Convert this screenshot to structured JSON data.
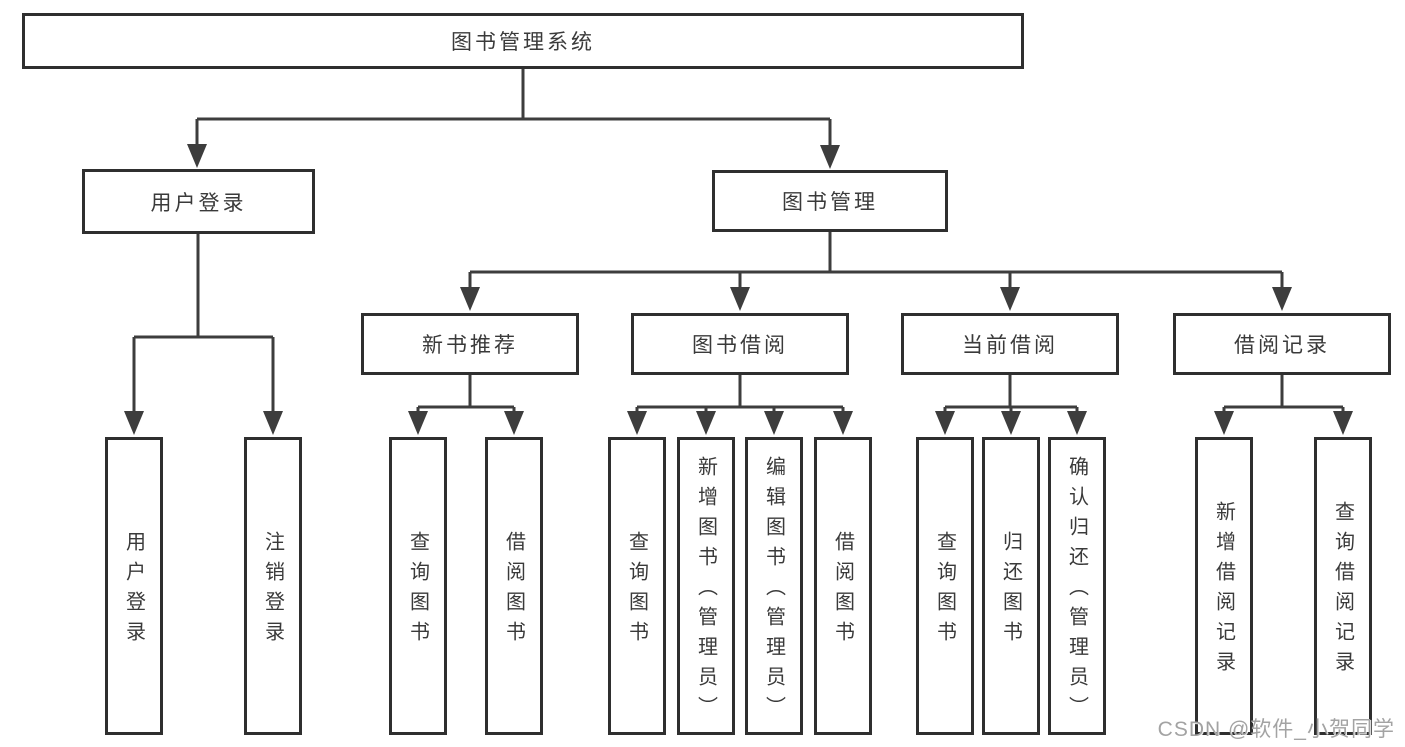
{
  "diagram": {
    "root": {
      "label": "图书管理系统"
    },
    "branches": [
      {
        "label": "用户登录",
        "leaves": [
          "用户登录",
          "注销登录"
        ]
      },
      {
        "label": "图书管理",
        "groups": [
          {
            "label": "新书推荐",
            "leaves": [
              "查询图书",
              "借阅图书"
            ]
          },
          {
            "label": "图书借阅",
            "leaves": [
              "查询图书",
              "新增图书（管理员）",
              "编辑图书（管理员）",
              "借阅图书"
            ]
          },
          {
            "label": "当前借阅",
            "leaves": [
              "查询图书",
              "归还图书",
              "确认归还（管理员）"
            ]
          },
          {
            "label": "借阅记录",
            "leaves": [
              "新增借阅记录",
              "查询借阅记录"
            ]
          }
        ]
      }
    ]
  },
  "watermark": {
    "text": "CSDN @软件_小贺同学"
  },
  "colors": {
    "line": "#3d3d3d",
    "box_border": "#2f2f2f",
    "box_fill": "#ffffff",
    "text": "#3a3a3a",
    "watermark": "#a3a3a3",
    "background": "#ffffff"
  }
}
